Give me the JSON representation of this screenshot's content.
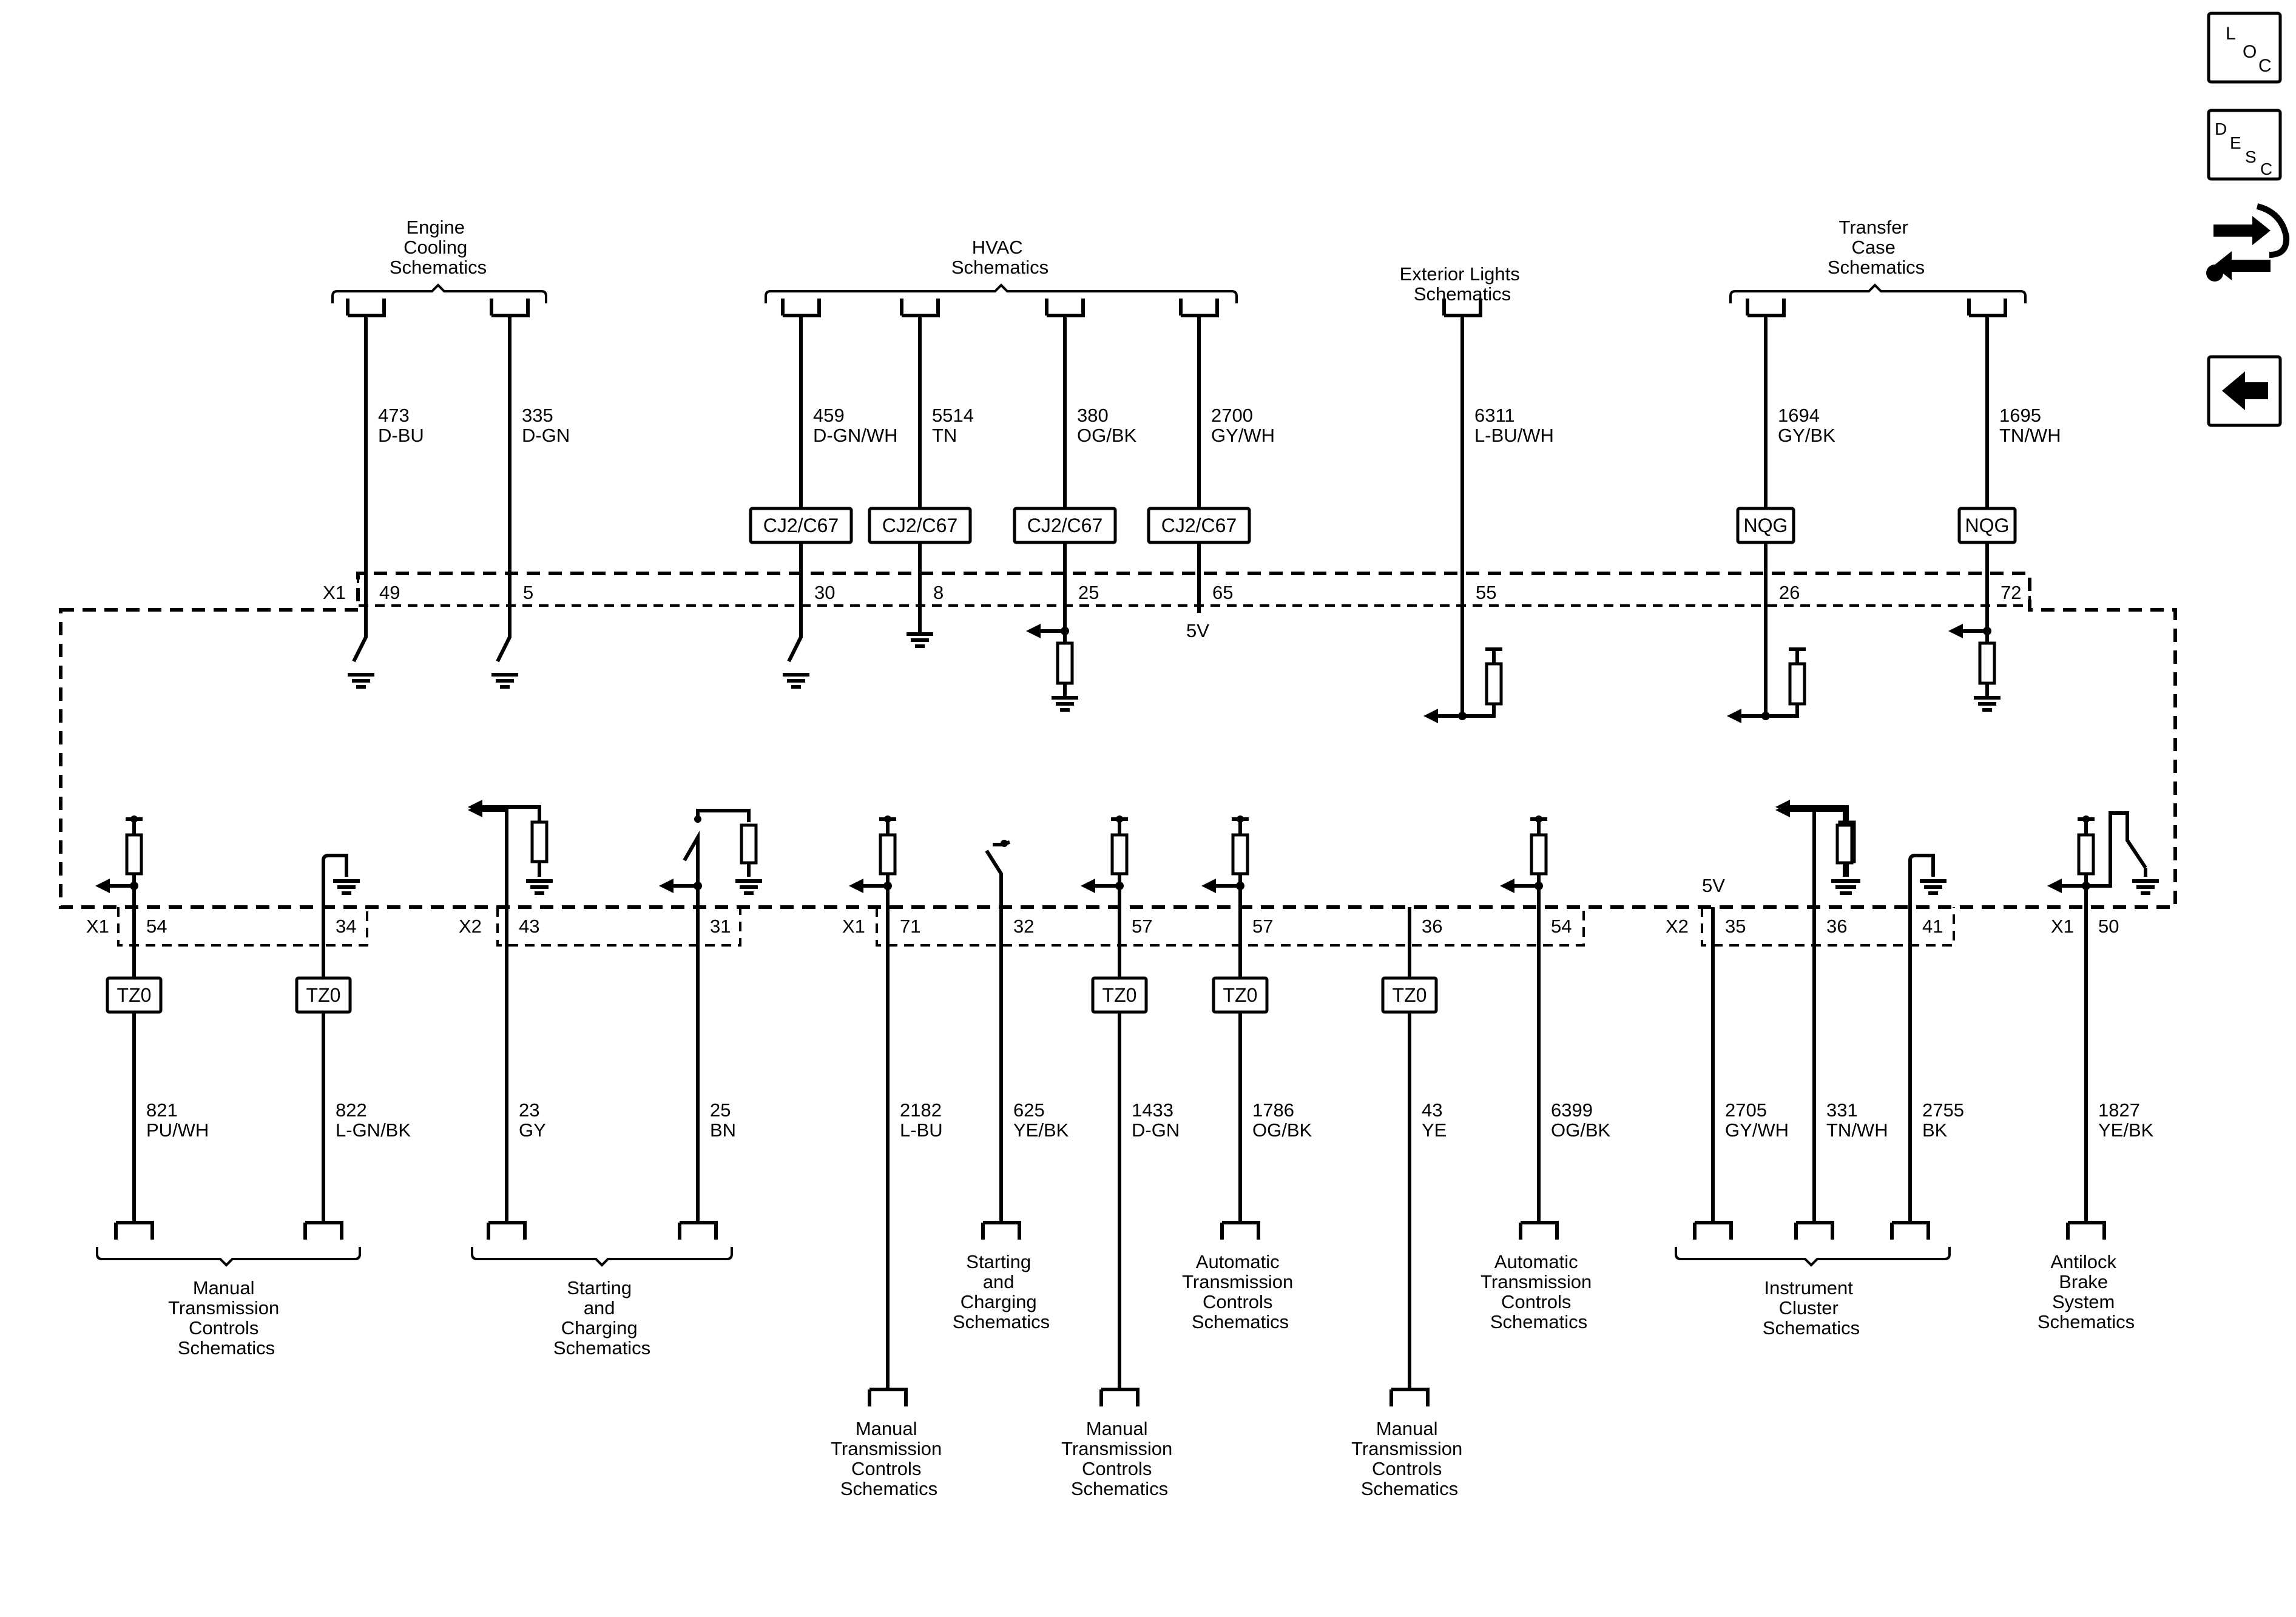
{
  "top_groups": [
    {
      "lines": [
        "Engine",
        "Cooling",
        "Schematics"
      ]
    },
    {
      "lines": [
        "HVAC",
        "Schematics"
      ]
    },
    {
      "lines": [
        "Exterior Lights",
        "Schematics"
      ]
    },
    {
      "lines": [
        "Transfer",
        "Case",
        "Schematics"
      ]
    }
  ],
  "top_wires": [
    {
      "circuit": "473",
      "color": "D-BU",
      "pin": "49",
      "connector": "X1",
      "inline": ""
    },
    {
      "circuit": "335",
      "color": "D-GN",
      "pin": "5",
      "connector": "",
      "inline": ""
    },
    {
      "circuit": "459",
      "color": "D-GN/WH",
      "pin": "30",
      "connector": "",
      "inline": "CJ2/C67"
    },
    {
      "circuit": "5514",
      "color": "TN",
      "pin": "8",
      "connector": "",
      "inline": "CJ2/C67"
    },
    {
      "circuit": "380",
      "color": "OG/BK",
      "pin": "25",
      "connector": "",
      "inline": "CJ2/C67"
    },
    {
      "circuit": "2700",
      "color": "GY/WH",
      "pin": "65",
      "connector": "",
      "inline": "CJ2/C67",
      "note": "5V"
    },
    {
      "circuit": "6311",
      "color": "L-BU/WH",
      "pin": "55",
      "connector": "",
      "inline": ""
    },
    {
      "circuit": "1694",
      "color": "GY/BK",
      "pin": "26",
      "connector": "",
      "inline": "NQG"
    },
    {
      "circuit": "1695",
      "color": "TN/WH",
      "pin": "72",
      "connector": "",
      "inline": "NQG"
    }
  ],
  "bottom_wires": [
    {
      "circuit": "821",
      "color": "PU/WH",
      "pin": "54",
      "connector": "X1",
      "inline": "TZ0"
    },
    {
      "circuit": "822",
      "color": "L-GN/BK",
      "pin": "34",
      "connector": "",
      "inline": "TZ0"
    },
    {
      "circuit": "23",
      "color": "GY",
      "pin": "43",
      "connector": "X2",
      "inline": ""
    },
    {
      "circuit": "25",
      "color": "BN",
      "pin": "31",
      "connector": "",
      "inline": ""
    },
    {
      "circuit": "2182",
      "color": "L-BU",
      "pin": "71",
      "connector": "X1",
      "inline": ""
    },
    {
      "circuit": "625",
      "color": "YE/BK",
      "pin": "32",
      "connector": "",
      "inline": ""
    },
    {
      "circuit": "1433",
      "color": "D-GN",
      "pin": "57",
      "connector": "",
      "inline": "TZ0"
    },
    {
      "circuit": "1786",
      "color": "OG/BK",
      "pin": "57",
      "connector": "",
      "inline": "TZ0"
    },
    {
      "circuit": "43",
      "color": "YE",
      "pin": "36",
      "connector": "",
      "inline": "TZ0"
    },
    {
      "circuit": "6399",
      "color": "OG/BK",
      "pin": "54",
      "connector": "",
      "inline": ""
    },
    {
      "circuit": "2705",
      "color": "GY/WH",
      "pin": "35",
      "connector": "X2",
      "inline": "",
      "note": "5V"
    },
    {
      "circuit": "331",
      "color": "TN/WH",
      "pin": "36",
      "connector": "",
      "inline": ""
    },
    {
      "circuit": "2755",
      "color": "BK",
      "pin": "41",
      "connector": "",
      "inline": ""
    },
    {
      "circuit": "1827",
      "color": "YE/BK",
      "pin": "50",
      "connector": "X1",
      "inline": ""
    }
  ],
  "bottom_groups": [
    {
      "lines": [
        "Manual",
        "Transmission",
        "Controls",
        "Schematics"
      ]
    },
    {
      "lines": [
        "Starting",
        "and",
        "Charging",
        "Schematics"
      ]
    },
    {
      "lines": [
        "Starting",
        "and",
        "Charging",
        "Schematics"
      ]
    },
    {
      "lines": [
        "Automatic",
        "Transmission",
        "Controls",
        "Schematics"
      ]
    },
    {
      "lines": [
        "Automatic",
        "Transmission",
        "Controls",
        "Schematics"
      ]
    },
    {
      "lines": [
        "Instrument",
        "Cluster",
        "Schematics"
      ]
    },
    {
      "lines": [
        "Antilock",
        "Brake",
        "System",
        "Schematics"
      ]
    },
    {
      "lines": [
        "Manual",
        "Transmission",
        "Controls",
        "Schematics"
      ]
    },
    {
      "lines": [
        "Manual",
        "Transmission",
        "Controls",
        "Schematics"
      ]
    },
    {
      "lines": [
        "Manual",
        "Transmission",
        "Controls",
        "Schematics"
      ]
    }
  ],
  "side_buttons": {
    "loc": [
      "L",
      "O",
      "C"
    ],
    "desc": [
      "D",
      "E",
      "S",
      "C"
    ],
    "service_icon": "wrench-arrows-icon",
    "back_icon": "left-arrow-icon"
  }
}
